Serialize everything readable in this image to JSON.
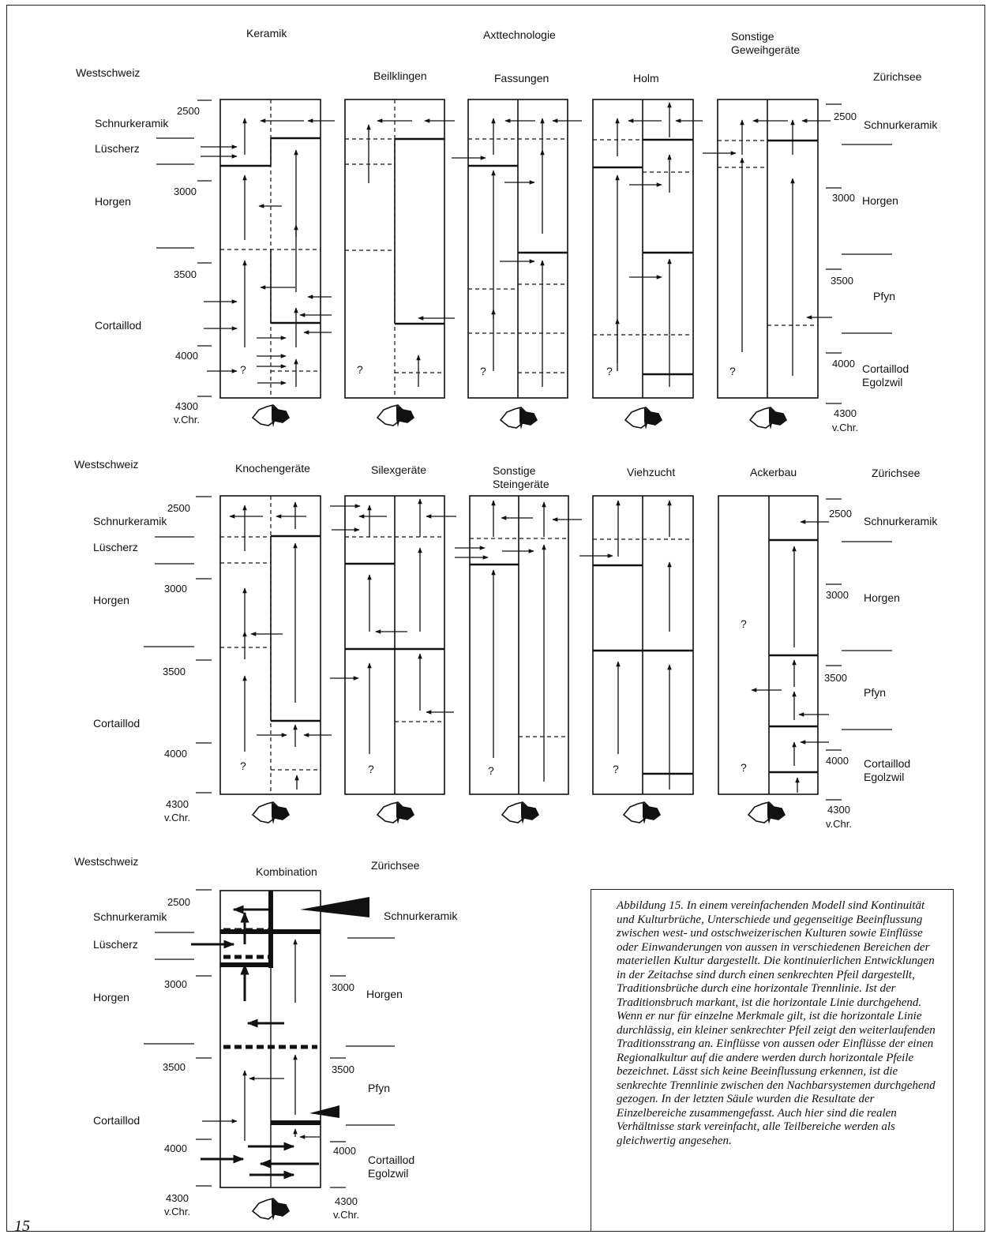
{
  "page_number": "15",
  "section1": {
    "left_region": "Westschweiz",
    "right_region": "Zürichsee",
    "group_keramik": "Keramik",
    "group_axt": "Axttechnologie",
    "group_sonstige": [
      "Sonstige",
      "Geweihgeräte"
    ],
    "sub_beilklingen": "Beilklingen",
    "sub_fassungen": "Fassungen",
    "sub_holm": "Holm",
    "left_years": [
      "2500",
      "3000",
      "3500",
      "4000",
      "4300",
      "v.Chr."
    ],
    "left_cultures": [
      "Schnurkeramik",
      "Lüscherz",
      "Horgen",
      "Cortaillod"
    ],
    "right_years": [
      "2500",
      "3000",
      "3500",
      "4000",
      "4300",
      "v.Chr."
    ],
    "right_cultures": [
      "Schnurkeramik",
      "Horgen",
      "Pfyn",
      "Cortaillod",
      "Egolzwil"
    ],
    "question_mark": "?"
  },
  "section2": {
    "left_region": "Westschweiz",
    "right_region": "Zürichsee",
    "headers": [
      "Knochengeräte",
      "Silexgeräte",
      "Sonstige",
      "Steingeräte",
      "Viehzucht",
      "Ackerbau"
    ],
    "left_years": [
      "2500",
      "3000",
      "3500",
      "4000",
      "4300",
      "v.Chr."
    ],
    "left_cultures": [
      "Schnurkeramik",
      "Lüscherz",
      "Horgen",
      "Cortaillod"
    ],
    "right_years": [
      "2500",
      "3000",
      "3500",
      "4000",
      "4300",
      "v.Chr."
    ],
    "right_cultures": [
      "Schnurkeramik",
      "Horgen",
      "Pfyn",
      "Cortaillod",
      "Egolzwil"
    ],
    "question_mark": "?"
  },
  "section3": {
    "left_region": "Westschweiz",
    "right_region": "Zürichsee",
    "header": "Kombination",
    "left_years": [
      "2500",
      "3000",
      "3500",
      "4000",
      "4300",
      "v.Chr."
    ],
    "left_cultures": [
      "Schnurkeramik",
      "Lüscherz",
      "Horgen",
      "Cortaillod"
    ],
    "right_years": [
      "3000",
      "3500",
      "4000",
      "4300",
      "v.Chr."
    ],
    "right_cultures": [
      "Schnurkeramik",
      "Horgen",
      "Pfyn",
      "Cortaillod",
      "Egolzwil"
    ]
  },
  "caption": "Abbildung 15. In einem vereinfachenden Modell sind Kontinuität und Kulturbrüche, Unterschiede und gegenseitige Beeinflussung zwischen west- und ostschweizerischen Kulturen sowie Einflüsse oder Einwanderungen von aussen in verschiedenen Bereichen der materiellen Kultur dargestellt. Die kontinuierlichen Entwicklungen in der Zeitachse sind durch einen senkrechten Pfeil dargestellt, Traditionsbrüche durch eine horizontale Trennlinie. Ist der Traditionsbruch markant, ist die horizontale Linie durchgehend. Wenn er nur für einzelne Merkmale gilt, ist die horizontale Linie durchlässig, ein kleiner senkrechter Pfeil zeigt den weiterlaufenden Traditionsstrang an. Einflüsse von aussen oder Einflüsse der einen Regionalkultur auf die andere werden durch horizontale Pfeile bezeichnet. Lässt sich keine Beeinflussung erkennen, ist die senkrechte Trennlinie zwischen den Nachbarsystemen durchgehend gezogen. In der letzten Säule wurden die Resultate der Einzelbereiche zusammengefasst. Auch hier sind die realen Verhältnisse stark vereinfacht, alle Teilbereiche werden als gleichwertig angesehen."
}
